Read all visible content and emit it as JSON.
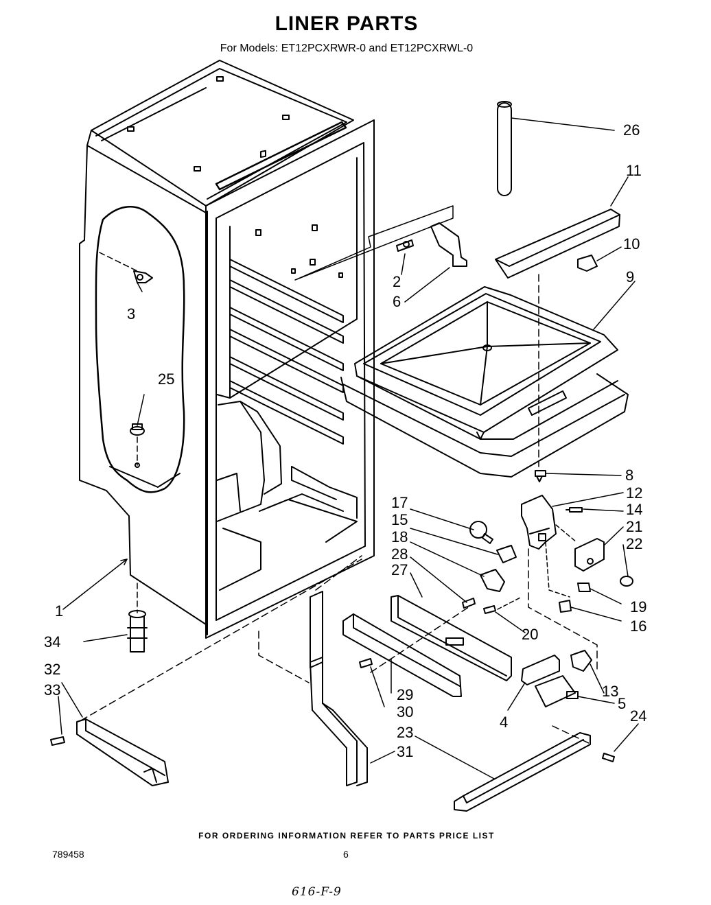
{
  "title": "LINER PARTS",
  "subtitle": "For Models: ET12PCXRWR-0 and ET12PCXRWL-0",
  "footer": "FOR ORDERING INFORMATION REFER TO PARTS PRICE LIST",
  "doc_number": "789458",
  "page_number": "6",
  "handwritten_note": "616-F-9",
  "callouts": {
    "c1": "1",
    "c2": "2",
    "c3": "3",
    "c4": "4",
    "c5": "5",
    "c6": "6",
    "c8": "8",
    "c9": "9",
    "c10": "10",
    "c11": "11",
    "c12": "12",
    "c13": "13",
    "c14": "14",
    "c15": "15",
    "c16": "16",
    "c17": "17",
    "c18": "18",
    "c19": "19",
    "c20": "20",
    "c21": "21",
    "c22": "22",
    "c23": "23",
    "c24": "24",
    "c25": "25",
    "c26": "26",
    "c27": "27",
    "c28": "28",
    "c29": "29",
    "c30": "30",
    "c31": "31",
    "c32": "32",
    "c33": "33",
    "c34": "34"
  }
}
